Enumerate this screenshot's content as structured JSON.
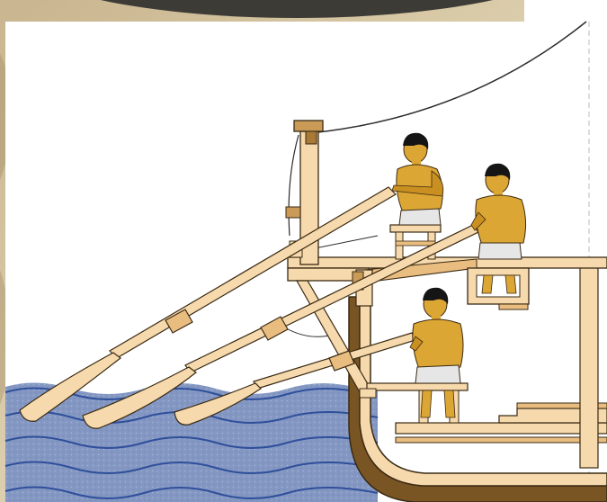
{
  "scene": {
    "subject": "ancient-galley-cross-section",
    "colors": {
      "parchment": "#d6c6a3",
      "parchment_dark": "#b8a57f",
      "panel": "#ffffff",
      "wood_light": "#f6d9ac",
      "wood_mid": "#e9bd7f",
      "wood_dark": "#7a5524",
      "outline": "#3a2a14",
      "water": "#7f95bf",
      "water_light": "#a6b6d6",
      "wave_line": "#2f4f9a",
      "skin": "#dca634",
      "skin_shadow": "#a87414",
      "hair": "#151515",
      "loincloth": "#e6e6e6",
      "rope": "#2b2b2b"
    },
    "rowers": [
      {
        "tier": "top"
      },
      {
        "tier": "middle"
      },
      {
        "tier": "bottom"
      }
    ]
  }
}
